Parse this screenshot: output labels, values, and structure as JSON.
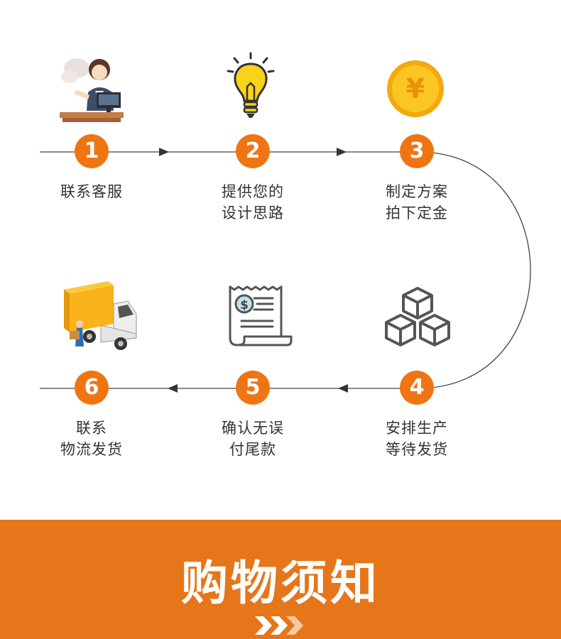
{
  "steps": [
    {
      "num": "1",
      "line1": "联系客服",
      "line2": "",
      "icon": "customer-service-icon"
    },
    {
      "num": "2",
      "line1": "提供您的",
      "line2": "设计思路",
      "icon": "lightbulb-icon"
    },
    {
      "num": "3",
      "line1": "制定方案",
      "line2": "拍下定金",
      "icon": "yuan-coin-icon"
    },
    {
      "num": "4",
      "line1": "安排生产",
      "line2": "等待发货",
      "icon": "boxes-icon"
    },
    {
      "num": "5",
      "line1": "确认无误",
      "line2": "付尾款",
      "icon": "receipt-icon"
    },
    {
      "num": "6",
      "line1": "联系",
      "line2": "物流发货",
      "icon": "delivery-truck-icon"
    }
  ],
  "coin_symbol": "¥",
  "banner": {
    "title": "购物须知",
    "icon": "chevrons-right-icon"
  },
  "colors": {
    "accent": "#ef7513",
    "banner": "#e6761a",
    "coin": "#f5b10f"
  }
}
